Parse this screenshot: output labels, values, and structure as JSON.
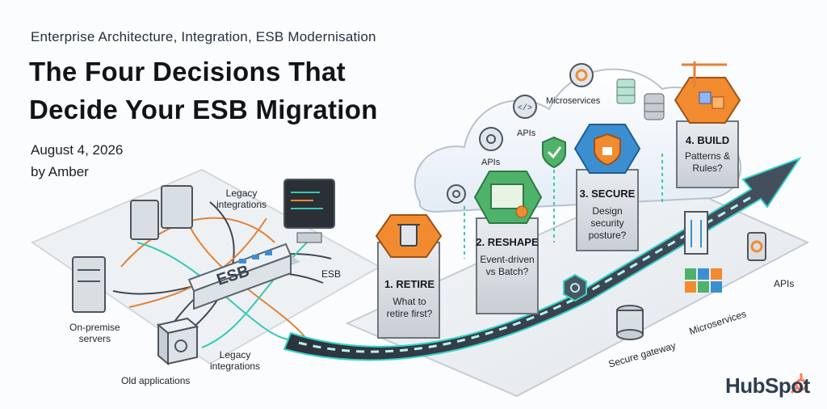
{
  "category": "Enterprise Architecture, Integration, ESB Modernisation",
  "headline_line1": "The Four Decisions That",
  "headline_line2": "Decide Your ESB Migration",
  "date": "August 4, 2026",
  "author": "by Amber",
  "legacy_labels": {
    "legacy_integrations_top": [
      "Legacy",
      "integrations"
    ],
    "esb_box": "ESB",
    "esb_label": "ESB",
    "servers": [
      "On-premise",
      "servers"
    ],
    "legacy_integrations_bottom": [
      "Legacy",
      "integrations"
    ],
    "old_apps": "Old applications"
  },
  "cloud_labels": {
    "microservices": "Microservices",
    "apis": "APIs",
    "apis2": "APIs"
  },
  "decisions": [
    {
      "title": "1. RETIRE",
      "question": [
        "What to",
        "retire first?"
      ],
      "color": "#f28b30",
      "icon": "trash-icon"
    },
    {
      "title": "2. RESHAPE",
      "question": [
        "Event-driven",
        "vs Batch?"
      ],
      "color": "#4fb26b",
      "icon": "map-icon"
    },
    {
      "title": "3. SECURE",
      "question": [
        "Design",
        "security",
        "posture?"
      ],
      "color": "#3b8fd1",
      "icon": "lock-icon"
    },
    {
      "title": "4. BUILD",
      "question": [
        "Patterns &",
        "Rules?"
      ],
      "color": "#f28b30",
      "icon": "crane-icon"
    }
  ],
  "platform_labels": {
    "apis": "APIs",
    "microservices": "Microservices",
    "secure_gateway": "Secure gateway"
  },
  "brand": "HubSpot",
  "colors": {
    "arrow": "#3a4350",
    "arrow_glow": "#35d3c9",
    "cloud": "#eef3f8",
    "orange": "#f28b30",
    "green": "#4fb26b",
    "blue": "#3b8fd1"
  }
}
